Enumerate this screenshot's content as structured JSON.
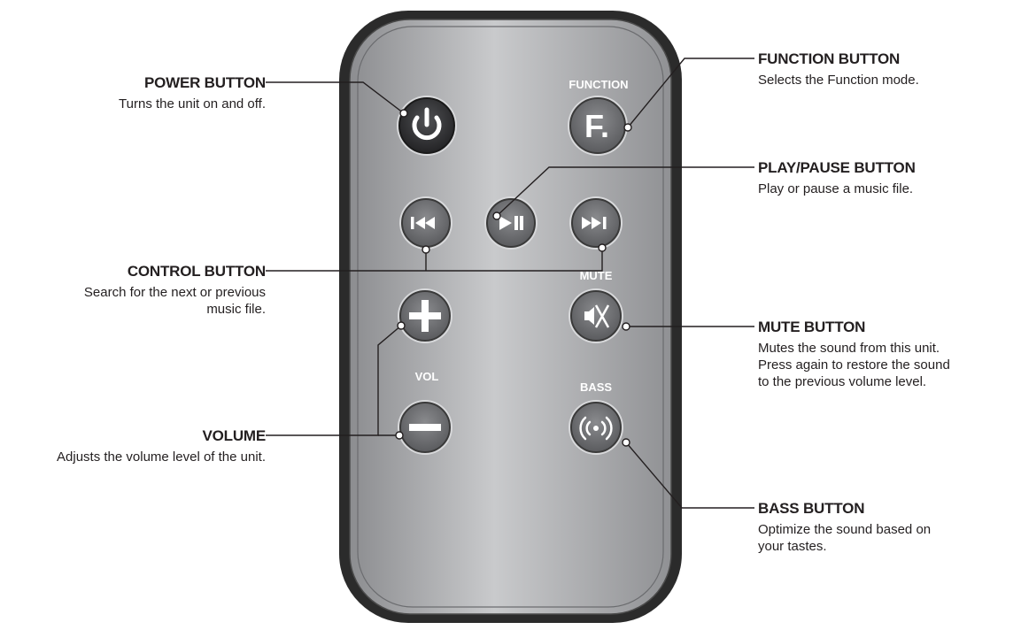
{
  "remote": {
    "labels": {
      "function": "FUNCTION",
      "mute": "MUTE",
      "vol": "VOL",
      "bass": "BASS"
    },
    "function_key_glyph": "F.",
    "body_color": "#9a9b9d",
    "frame_color": "#2a2a2a",
    "power_button_color": "#3a3a3c",
    "button_color": "#6e6f72"
  },
  "icons": {
    "power": "power-icon",
    "function": "function-f-icon",
    "previous": "skip-back-icon",
    "play_pause": "play-pause-icon",
    "next": "skip-forward-icon",
    "volume_up": "plus-icon",
    "mute": "speaker-mute-icon",
    "volume_down": "minus-icon",
    "bass": "bass-wave-icon"
  },
  "callouts": {
    "power": {
      "title": "POWER BUTTON",
      "desc": "Turns the unit on and off."
    },
    "function": {
      "title": "FUNCTION BUTTON",
      "desc": "Selects the Function mode."
    },
    "play_pause": {
      "title": "PLAY/PAUSE BUTTON",
      "desc": "Play or pause a music file."
    },
    "control": {
      "title": "CONTROL BUTTON",
      "desc_line1": "Search for the next or previous",
      "desc_line2": "music file."
    },
    "mute": {
      "title": "MUTE BUTTON",
      "desc_line1": "Mutes the sound from this unit.",
      "desc_line2": "Press again to restore the sound",
      "desc_line3": "to the previous volume level."
    },
    "volume": {
      "title": "VOLUME",
      "desc": "Adjusts the volume level of the unit."
    },
    "bass": {
      "title": "BASS BUTTON",
      "desc_line1": "Optimize the sound based on",
      "desc_line2": "your tastes."
    }
  }
}
